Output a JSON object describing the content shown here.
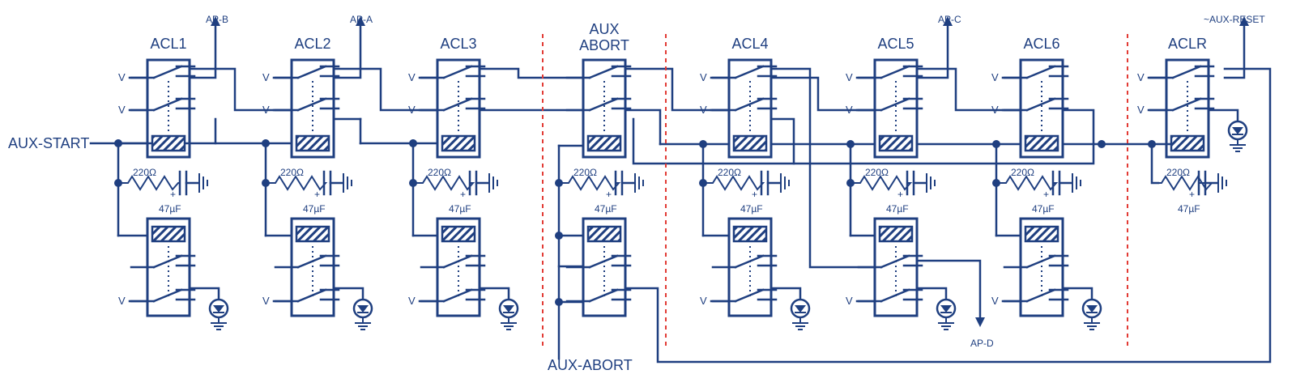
{
  "relays": [
    {
      "label": "ACL1"
    },
    {
      "label": "ACL2"
    },
    {
      "label": "ACL3"
    },
    {
      "label": "AUX"
    },
    {
      "label": "ACL4"
    },
    {
      "label": "ACL5"
    },
    {
      "label": "ACL6"
    },
    {
      "label": "ACLR"
    }
  ],
  "relay_sub_label": "ABORT",
  "signals": {
    "aux_start": "AUX-START",
    "aux_abort": "AUX-ABORT",
    "ap_a": "AP-A",
    "ap_b": "AP-B",
    "ap_c": "AP-C",
    "ap_d": "AP-D",
    "aux_reset": "~AUX-RESET"
  },
  "components": {
    "resistor": "220Ω",
    "capacitor": "47µF",
    "cap_polarity": "+",
    "voltage": "V"
  },
  "colors": {
    "ink": "#1f3f80",
    "separator": "#e23b35",
    "background": "#ffffff"
  }
}
